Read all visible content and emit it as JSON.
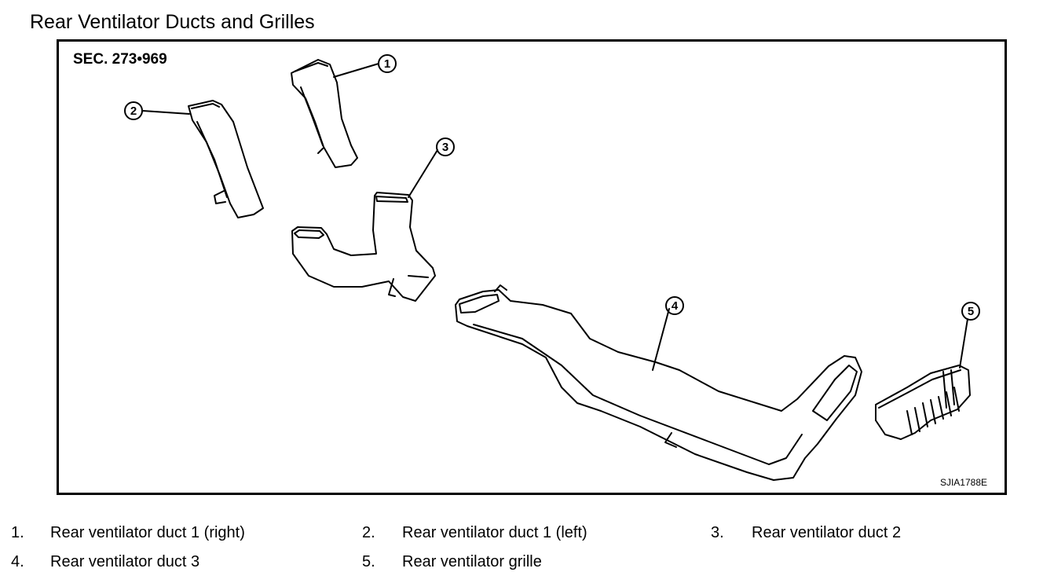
{
  "page": {
    "title": "Rear Ventilator Ducts and Grilles"
  },
  "figure": {
    "section": "SEC. 273•969",
    "figure_id": "SJIA1788E",
    "callouts": [
      {
        "number": "1",
        "part": "Rear ventilator duct 1 (right)"
      },
      {
        "number": "2",
        "part": "Rear ventilator duct 1 (left)"
      },
      {
        "number": "3",
        "part": "Rear ventilator duct 2"
      },
      {
        "number": "4",
        "part": "Rear ventilator duct 3"
      },
      {
        "number": "5",
        "part": "Rear ventilator grille"
      }
    ]
  },
  "legend": [
    {
      "num": "1.",
      "label": "Rear ventilator duct 1 (right)"
    },
    {
      "num": "2.",
      "label": "Rear ventilator duct 1 (left)"
    },
    {
      "num": "3.",
      "label": "Rear ventilator duct 2"
    },
    {
      "num": "4.",
      "label": "Rear ventilator duct 3"
    },
    {
      "num": "5.",
      "label": "Rear ventilator grille"
    }
  ]
}
